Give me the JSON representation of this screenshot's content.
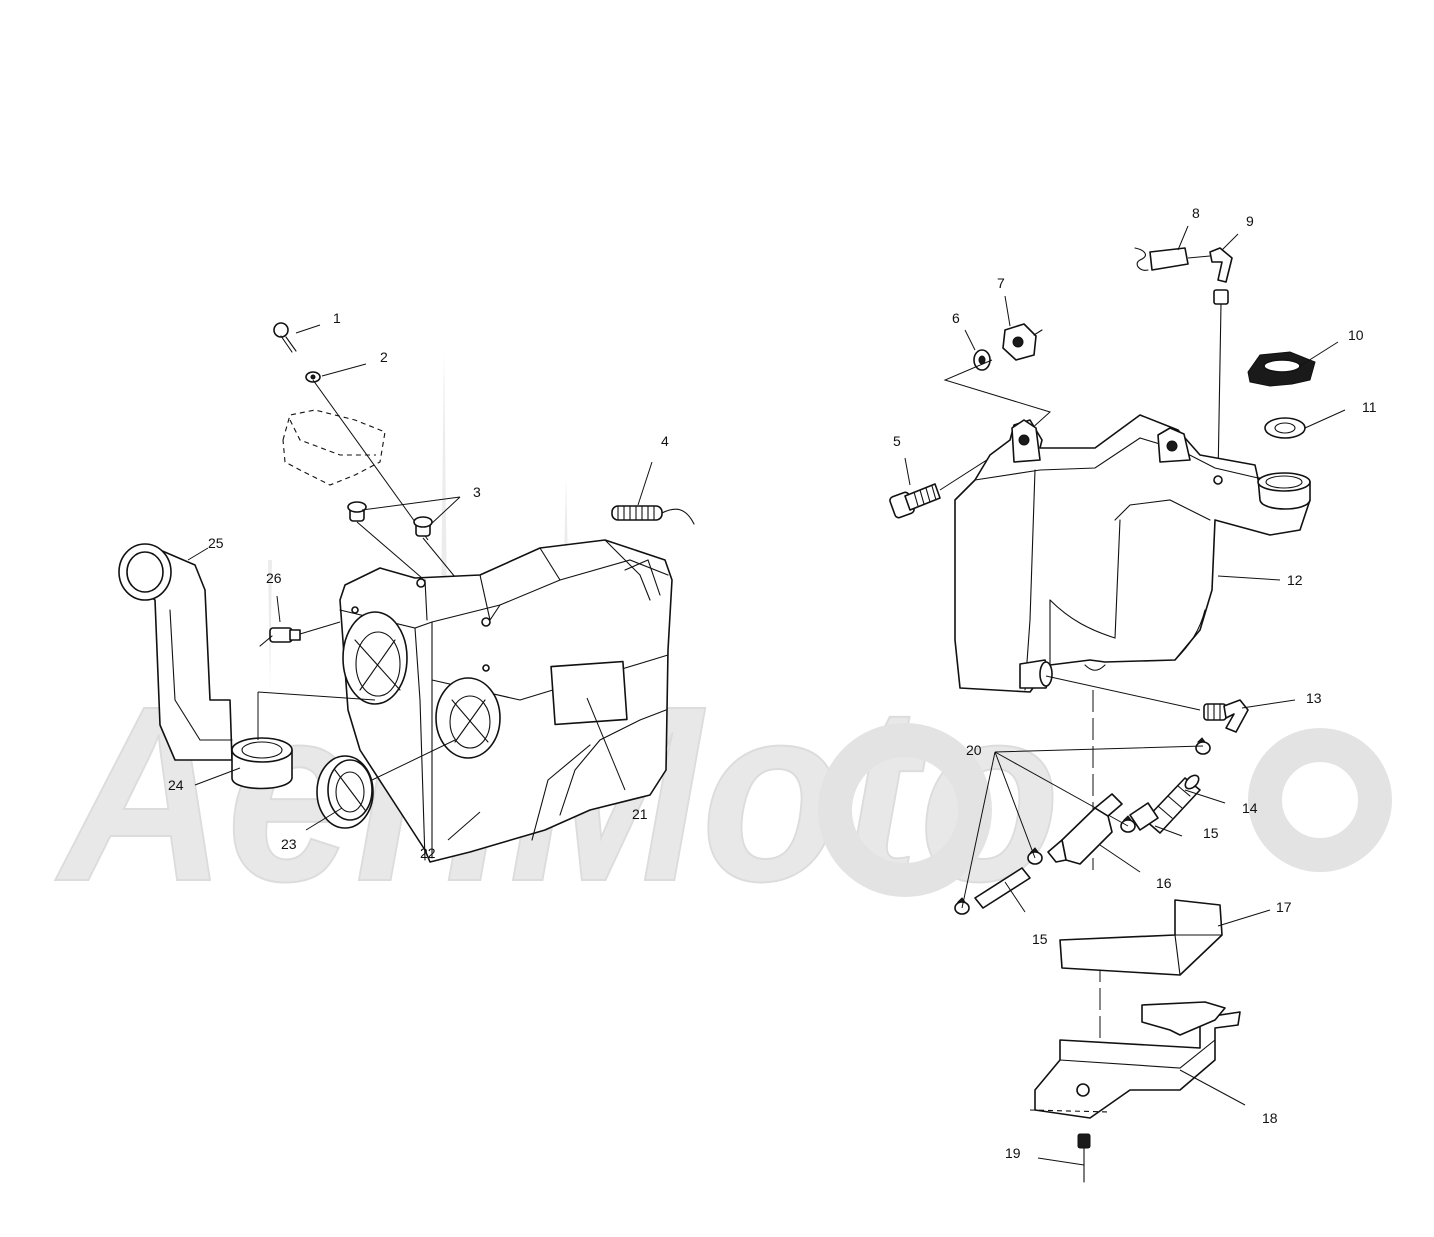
{
  "watermark": {
    "text": "AeriMoto",
    "color": "#e6e6e6"
  },
  "callouts": {
    "c1": "1",
    "c2": "2",
    "c3": "3",
    "c4": "4",
    "c5": "5",
    "c6": "6",
    "c7": "7",
    "c8": "8",
    "c9": "9",
    "c10": "10",
    "c11": "11",
    "c12": "12",
    "c13": "13",
    "c14": "14",
    "c15a": "15",
    "c15b": "15",
    "c16": "16",
    "c17": "17",
    "c18": "18",
    "c19": "19",
    "c20": "20",
    "c21": "21",
    "c22": "22",
    "c23": "23",
    "c24": "24",
    "c25": "25",
    "c26": "26"
  },
  "colors": {
    "line": "#111111",
    "background": "#ffffff"
  }
}
